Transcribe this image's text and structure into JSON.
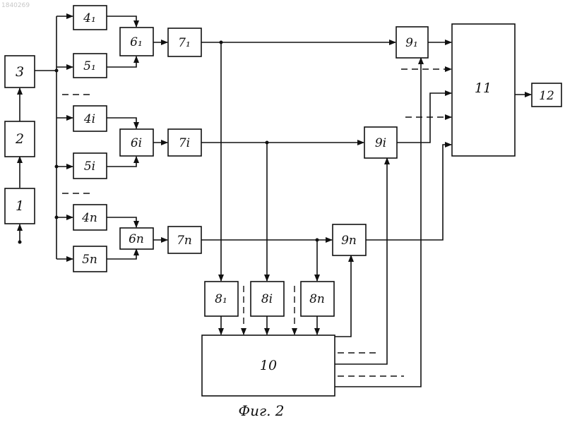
{
  "watermark": "1840269",
  "caption": "Фиг. 2",
  "blocks": {
    "b1": "1",
    "b2": "2",
    "b3": "3",
    "b4_1": "4₁",
    "b5_1": "5₁",
    "b6_1": "6₁",
    "b7_1": "7₁",
    "b4_i": "4i",
    "b5_i": "5i",
    "b6_i": "6i",
    "b7_i": "7i",
    "b4_n": "4n",
    "b5_n": "5n",
    "b6_n": "6n",
    "b7_n": "7n",
    "b8_1": "8₁",
    "b8_i": "8i",
    "b8_n": "8n",
    "b9_1": "9₁",
    "b9_i": "9i",
    "b9_n": "9n",
    "b10": "10",
    "b11": "11",
    "b12": "12"
  }
}
